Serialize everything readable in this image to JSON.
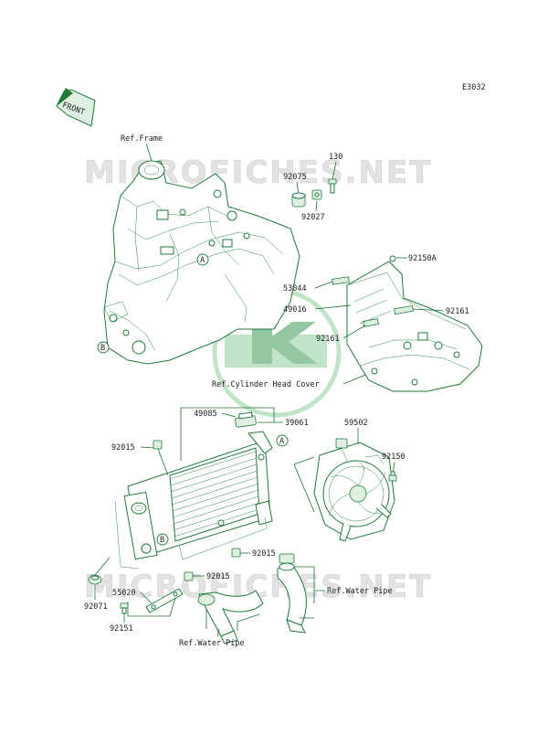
{
  "diagram_code": "E3032",
  "front_arrow": "FRONT",
  "watermark": "MICROFICHES.NET",
  "refs": {
    "frame": "Ref.Frame",
    "cyl_head_cover": "Ref.Cylinder Head Cover",
    "water_pipe_right": "Ref.Water Pipe",
    "water_pipe_bottom": "Ref.Water Pipe"
  },
  "part_numbers": {
    "p130": "130",
    "p92075": "92075",
    "p92027": "92027",
    "p92150A": "92150A",
    "p53044": "53044",
    "p49016": "49016",
    "p92161a": "92161",
    "p92161b": "92161",
    "p49085": "49085",
    "p39061": "39061",
    "p92015a": "92015",
    "p59502": "59502",
    "p92150": "92150",
    "p92015b": "92015",
    "p92015c": "92015",
    "p92071": "92071",
    "p55020": "55020",
    "p92151": "92151"
  },
  "callouts": {
    "a1": "A",
    "a2": "A",
    "b1": "B",
    "b2": "B"
  },
  "colors": {
    "line": "#1f7a3a",
    "fill": "#dff0e2",
    "watermark": "#e2e2e2",
    "logo": "#3c9a55"
  }
}
